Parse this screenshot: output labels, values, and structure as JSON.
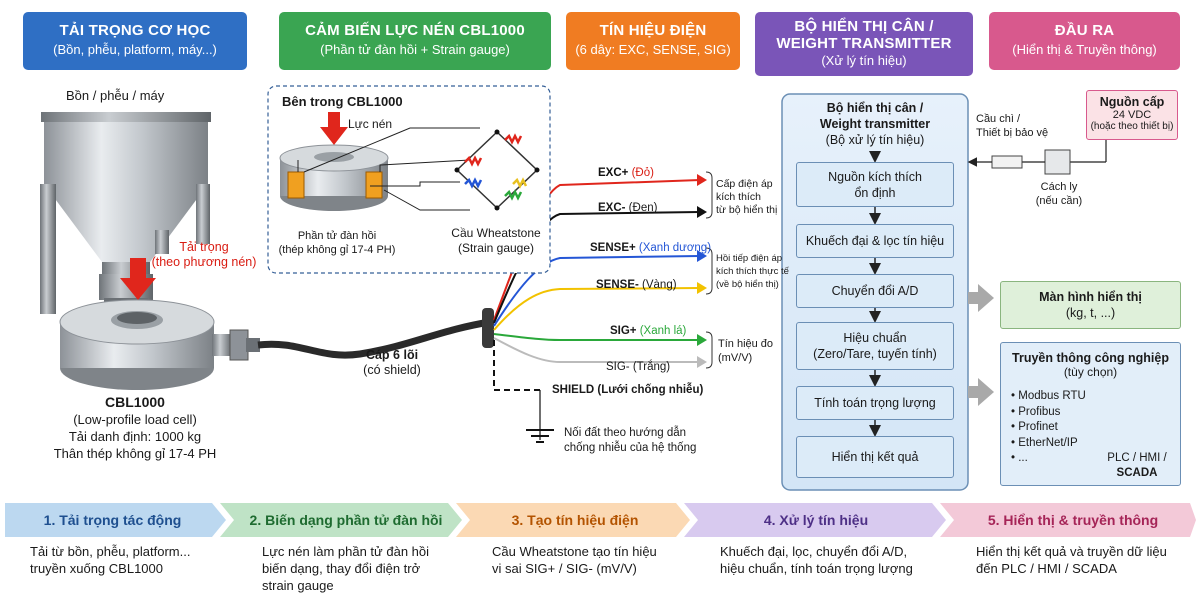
{
  "headers": [
    {
      "title": "TẢI TRỌNG CƠ HỌC",
      "subtitle": "(Bồn, phễu, platform, máy...)",
      "color": "#2f6fc4"
    },
    {
      "title": "CẢM BIẾN LỰC NÉN CBL1000",
      "subtitle": "(Phần tử đàn hồi + Strain gauge)",
      "color": "#3aa552"
    },
    {
      "title": "TÍN HIỆU ĐIỆN",
      "subtitle": "(6 dây: EXC, SENSE, SIG)",
      "color": "#f07c22"
    },
    {
      "title": "BỘ HIỂN THỊ CÂN /",
      "title2": "WEIGHT TRANSMITTER",
      "subtitle": "(Xử lý tín hiệu)",
      "color": "#7a55b8"
    },
    {
      "title": "ĐẦU RA",
      "subtitle": "(Hiển thị & Truyền thông)",
      "color": "#d8598d"
    }
  ],
  "load": {
    "hopper_label": "Bồn / phễu / máy",
    "force_label1": "Tải trọng",
    "force_label2": "(theo phương nén)",
    "model": "CBL1000",
    "type": "(Low-profile load cell)",
    "rating": "Tải danh định: 1000 kg",
    "material": "Thân thép không gỉ 17-4 PH"
  },
  "inside": {
    "title": "Bên trong CBL1000",
    "force": "Lực nén",
    "element1": "Phần tử đàn hồi",
    "element2": "(thép không gỉ 17-4 PH)",
    "bridge1": "Cầu Wheatstone",
    "bridge2": "(Strain gauge)"
  },
  "cable": {
    "label1": "Cáp 6 lõi",
    "label2": "(có shield)"
  },
  "wires": [
    {
      "name": "EXC+",
      "suffix": " (Đỏ)",
      "color": "#e0261c"
    },
    {
      "name": "EXC-",
      "suffix": " (Đen)",
      "color": "#111111"
    },
    {
      "name": "SENSE+",
      "suffix": " (Xanh dương)",
      "color": "#2456d6"
    },
    {
      "name": "SENSE-",
      "suffix": " (Vàng)",
      "color": "#f2c200"
    },
    {
      "name": "SIG+",
      "suffix": " (Xanh lá)",
      "color": "#2aa83a"
    },
    {
      "name": "SIG-",
      "suffix": " (Trắng)",
      "color": "#bbbbbb"
    }
  ],
  "shield": {
    "label": "SHIELD (Lưới chống nhiễu)",
    "ground1": "Nối đất theo hướng dẫn",
    "ground2": "chống nhiễu của hệ thống"
  },
  "wire_notes": {
    "exc": [
      "Cấp điện áp",
      "kích thích",
      "từ bộ hiển thị"
    ],
    "sense": [
      "Hồi tiếp điện áp",
      "kích thích thực tế",
      "(về bộ hiển thị)"
    ],
    "sig": [
      "Tín hiệu đo",
      "(mV/V)"
    ]
  },
  "transmitter": {
    "title1": "Bộ hiển thị cân /",
    "title2": "Weight transmitter",
    "title3": "(Bộ xử lý tín hiệu)",
    "steps": [
      [
        "Nguồn kích thích",
        "ổn định"
      ],
      [
        "Khuếch đại & lọc tín hiệu"
      ],
      [
        "Chuyển đổi A/D"
      ],
      [
        "Hiệu chuẩn",
        "(Zero/Tare, tuyến tính)"
      ],
      [
        "Tính toán trọng lượng"
      ],
      [
        "Hiển thị kết quả"
      ]
    ]
  },
  "power": {
    "title": "Nguồn cấp",
    "voltage": "24 VDC",
    "note": "(hoặc theo thiết bị)",
    "fuse1": "Cầu chì /",
    "fuse2": "Thiết bị bảo vệ",
    "iso1": "Cách ly",
    "iso2": "(nếu cần)"
  },
  "display_out": {
    "title": "Màn hình hiển thị",
    "units": "(kg, t, ...)"
  },
  "comm": {
    "title": "Truyền thông công nghiệp",
    "optional": "(tùy chọn)",
    "protocols": [
      "Modbus RTU",
      "Profibus",
      "Profinet",
      "EtherNet/IP",
      "..."
    ],
    "target1": "PLC / HMI /",
    "target2": "SCADA"
  },
  "steps": [
    {
      "label": "1. Tải trọng tác động",
      "desc": [
        "Tải từ bồn, phễu, platform...",
        "truyền xuống CBL1000"
      ]
    },
    {
      "label": "2. Biến dạng phần tử đàn hồi",
      "desc": [
        "Lực nén làm phần tử đàn hồi",
        "biến dạng, thay đổi điện trở",
        "strain gauge"
      ]
    },
    {
      "label": "3. Tạo tín hiệu điện",
      "desc": [
        "Cầu Wheatstone tạo tín hiệu",
        "vi sai SIG+ / SIG- (mV/V)"
      ]
    },
    {
      "label": "4. Xử lý tín hiệu",
      "desc": [
        "Khuếch đại, lọc, chuyển đổi A/D,",
        "hiệu chuẩn, tính toán trọng lượng"
      ]
    },
    {
      "label": "5. Hiển thị & truyền thông",
      "desc": [
        "Hiển thị kết quả và truyền dữ liệu",
        "đến PLC / HMI / SCADA"
      ]
    }
  ]
}
